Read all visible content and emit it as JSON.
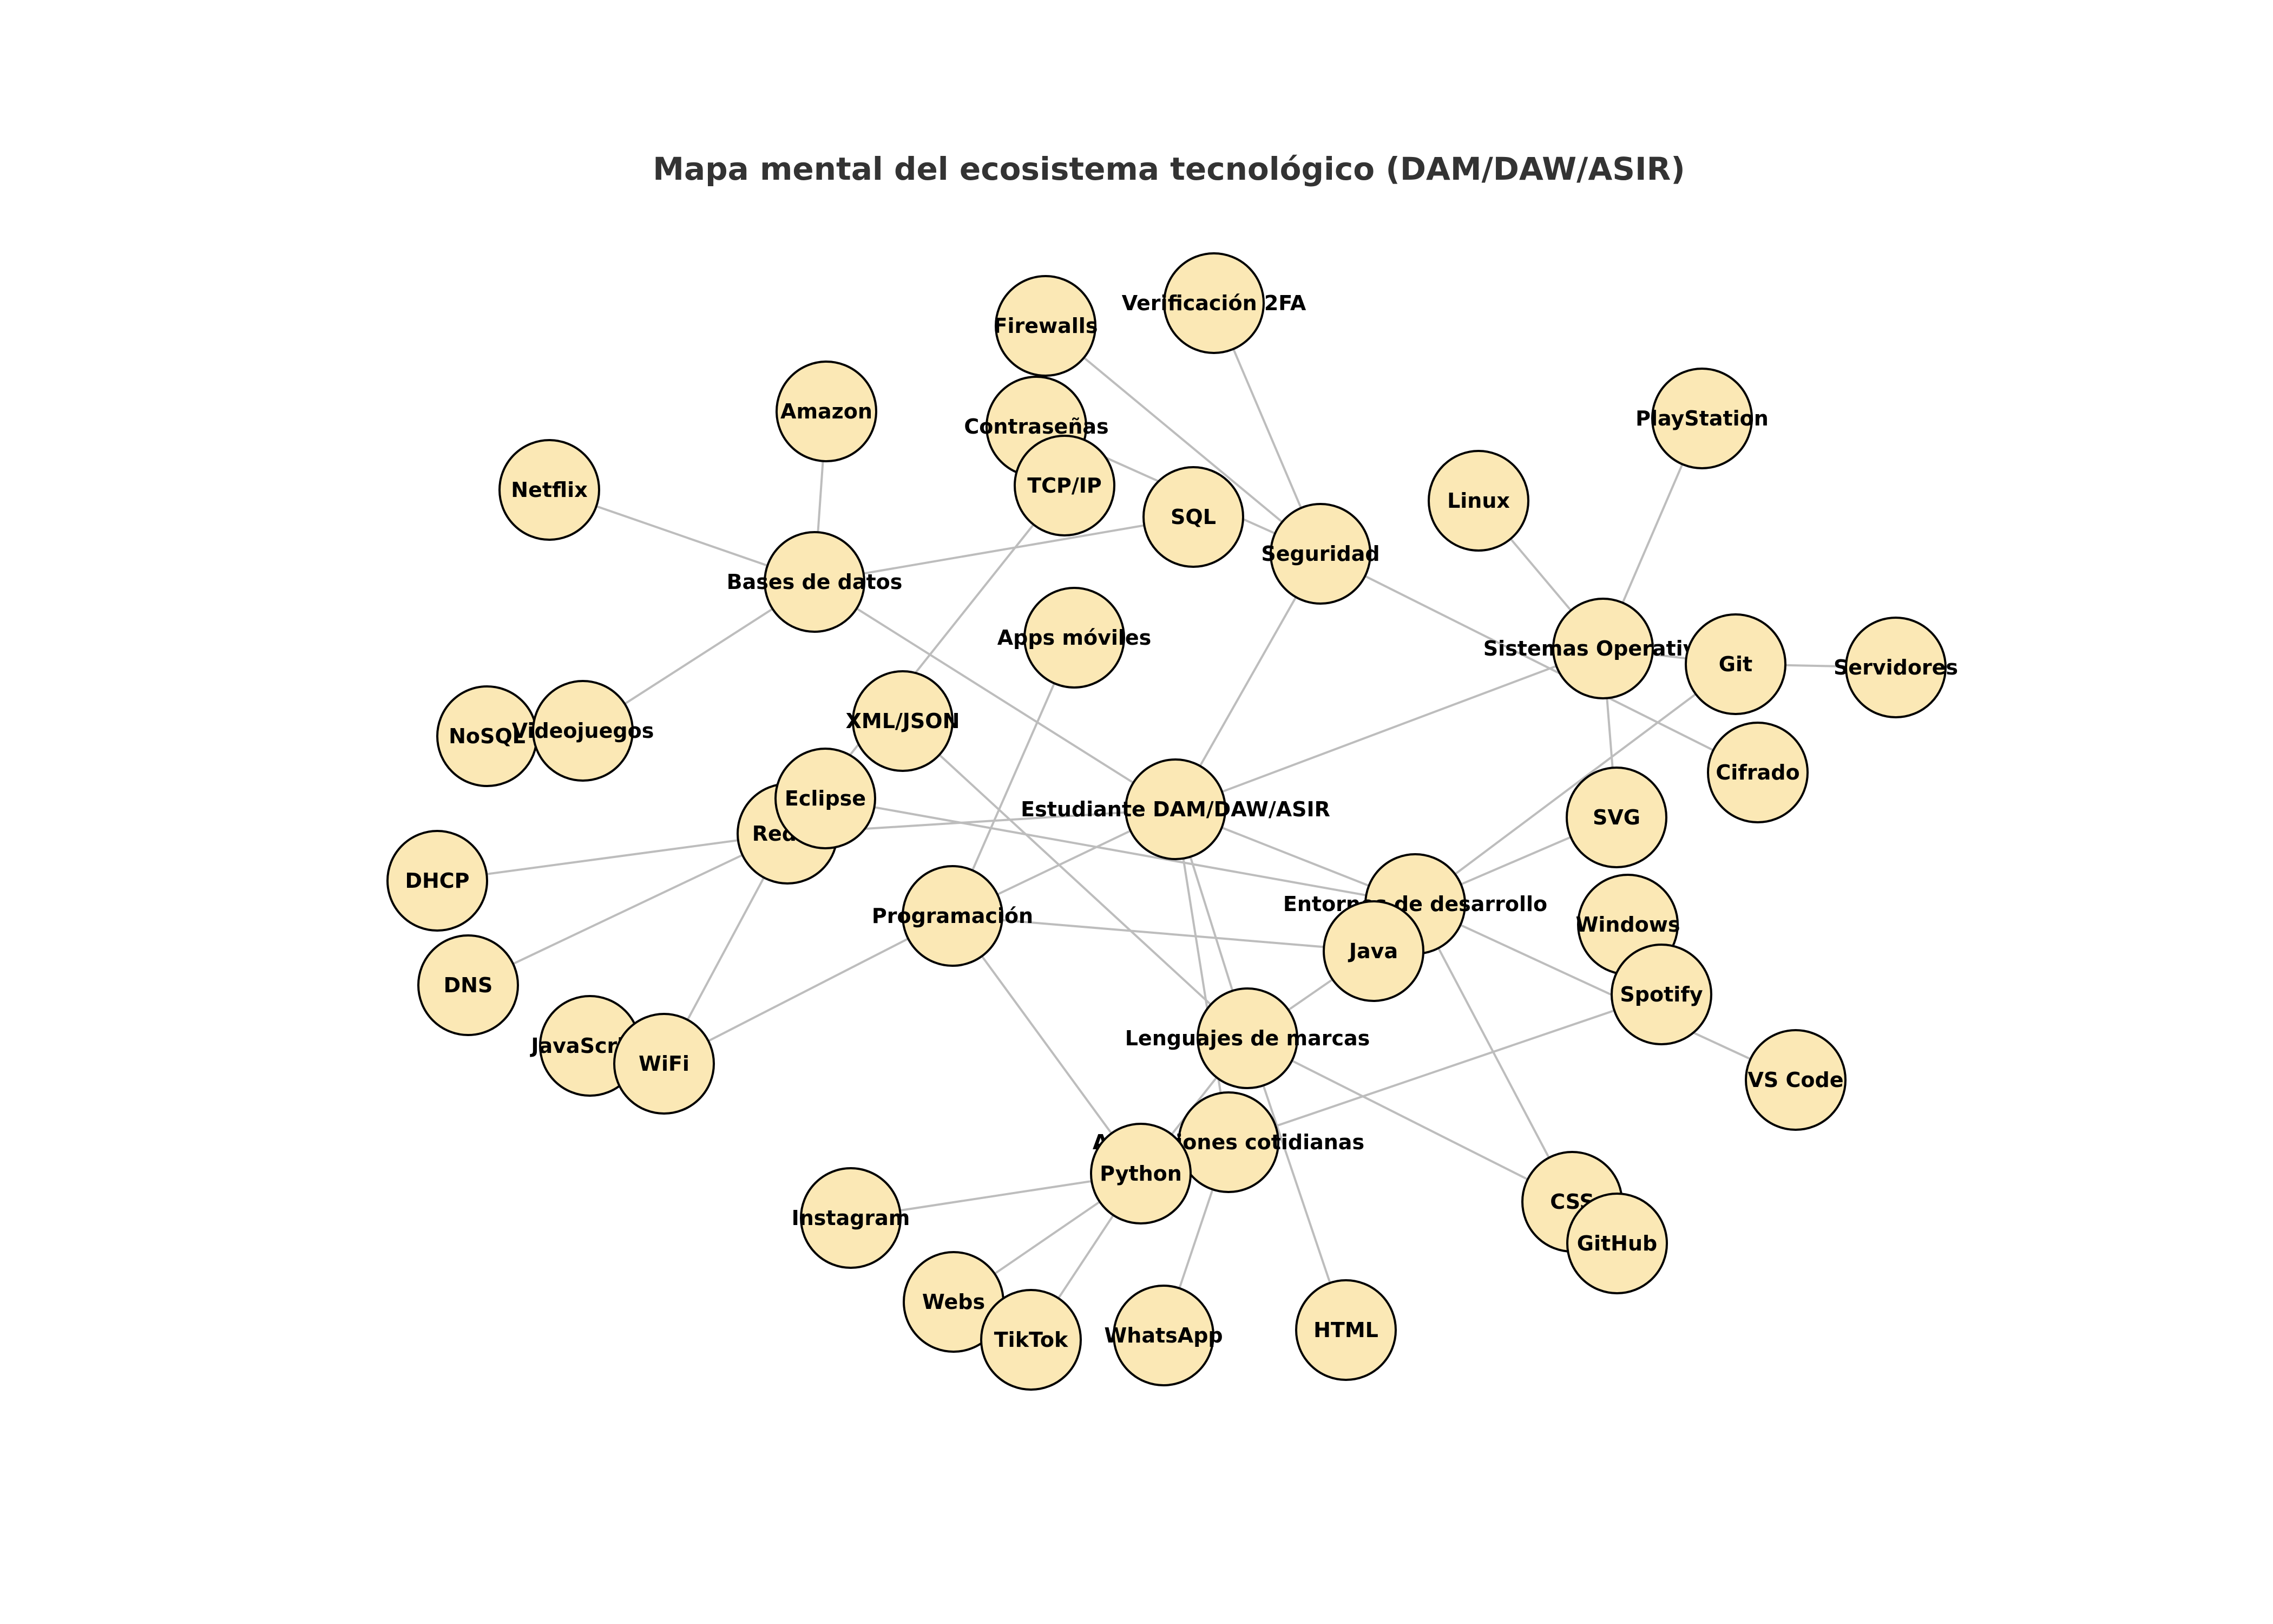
{
  "title": "Mapa mental del ecosistema tecnológico (DAM/DAW/ASIR)",
  "colors": {
    "node_fill": "#fbe8b5",
    "node_stroke": "#000000",
    "edge": "#bdbdbd",
    "title": "#333333"
  },
  "nodes": [
    {
      "id": "estudiante",
      "label": "Estudiante DAM/DAW/ASIR"
    },
    {
      "id": "bases",
      "label": "Bases de datos"
    },
    {
      "id": "seguridad",
      "label": "Seguridad"
    },
    {
      "id": "so",
      "label": "Sistemas Operativos"
    },
    {
      "id": "entornos",
      "label": "Entornos de desarrollo"
    },
    {
      "id": "lenguajes",
      "label": "Lenguajes de marcas"
    },
    {
      "id": "programacion",
      "label": "Programación"
    },
    {
      "id": "redes",
      "label": "Redes"
    },
    {
      "id": "aplicaciones",
      "label": "Aplicaciones cotidianas"
    },
    {
      "id": "firewalls",
      "label": "Firewalls"
    },
    {
      "id": "verificacion",
      "label": "Verificación 2FA"
    },
    {
      "id": "amazon",
      "label": "Amazon"
    },
    {
      "id": "contrasenas",
      "label": "Contraseñas"
    },
    {
      "id": "tcpip",
      "label": "TCP/IP"
    },
    {
      "id": "sql",
      "label": "SQL"
    },
    {
      "id": "netflix",
      "label": "Netflix"
    },
    {
      "id": "playstation",
      "label": "PlayStation"
    },
    {
      "id": "linux",
      "label": "Linux"
    },
    {
      "id": "apps",
      "label": "Apps móviles"
    },
    {
      "id": "git",
      "label": "Git"
    },
    {
      "id": "servidores",
      "label": "Servidores"
    },
    {
      "id": "xmljson",
      "label": "XML/JSON"
    },
    {
      "id": "nosql",
      "label": "NoSQL"
    },
    {
      "id": "videojuegos",
      "label": "Videojuegos"
    },
    {
      "id": "cifrado",
      "label": "Cifrado"
    },
    {
      "id": "eclipse",
      "label": "Eclipse"
    },
    {
      "id": "svg",
      "label": "SVG"
    },
    {
      "id": "dhcp",
      "label": "DHCP"
    },
    {
      "id": "windows",
      "label": "Windows"
    },
    {
      "id": "java",
      "label": "Java"
    },
    {
      "id": "dns",
      "label": "DNS"
    },
    {
      "id": "spotify",
      "label": "Spotify"
    },
    {
      "id": "javascript",
      "label": "JavaScript"
    },
    {
      "id": "wifi",
      "label": "WiFi"
    },
    {
      "id": "vscode",
      "label": "VS Code"
    },
    {
      "id": "python",
      "label": "Python"
    },
    {
      "id": "instagram",
      "label": "Instagram"
    },
    {
      "id": "css",
      "label": "CSS"
    },
    {
      "id": "github",
      "label": "GitHub"
    },
    {
      "id": "webs",
      "label": "Webs"
    },
    {
      "id": "tiktok",
      "label": "TikTok"
    },
    {
      "id": "whatsapp",
      "label": "WhatsApp"
    },
    {
      "id": "html",
      "label": "HTML"
    }
  ],
  "edges": [
    [
      "estudiante",
      "bases"
    ],
    [
      "estudiante",
      "seguridad"
    ],
    [
      "estudiante",
      "so"
    ],
    [
      "estudiante",
      "entornos"
    ],
    [
      "estudiante",
      "lenguajes"
    ],
    [
      "estudiante",
      "programacion"
    ],
    [
      "estudiante",
      "redes"
    ],
    [
      "estudiante",
      "aplicaciones"
    ],
    [
      "bases",
      "amazon"
    ],
    [
      "bases",
      "netflix"
    ],
    [
      "bases",
      "sql"
    ],
    [
      "bases",
      "videojuegos"
    ],
    [
      "seguridad",
      "firewalls"
    ],
    [
      "seguridad",
      "verificacion"
    ],
    [
      "seguridad",
      "contrasenas"
    ],
    [
      "seguridad",
      "cifrado"
    ],
    [
      "so",
      "linux"
    ],
    [
      "so",
      "playstation"
    ],
    [
      "so",
      "svg"
    ],
    [
      "so",
      "git"
    ],
    [
      "git",
      "servidores"
    ],
    [
      "git",
      "entornos"
    ],
    [
      "entornos",
      "eclipse"
    ],
    [
      "entornos",
      "vscode"
    ],
    [
      "entornos",
      "css"
    ],
    [
      "entornos",
      "svg"
    ],
    [
      "lenguajes",
      "java"
    ],
    [
      "lenguajes",
      "xmljson"
    ],
    [
      "lenguajes",
      "css"
    ],
    [
      "lenguajes",
      "html"
    ],
    [
      "lenguajes",
      "python"
    ],
    [
      "programacion",
      "java"
    ],
    [
      "programacion",
      "python"
    ],
    [
      "programacion",
      "apps"
    ],
    [
      "programacion",
      "wifi"
    ],
    [
      "redes",
      "dhcp"
    ],
    [
      "redes",
      "dns"
    ],
    [
      "redes",
      "tcpip"
    ],
    [
      "redes",
      "wifi"
    ],
    [
      "python",
      "instagram"
    ],
    [
      "python",
      "webs"
    ],
    [
      "python",
      "tiktok"
    ],
    [
      "aplicaciones",
      "whatsapp"
    ],
    [
      "aplicaciones",
      "spotify"
    ]
  ]
}
